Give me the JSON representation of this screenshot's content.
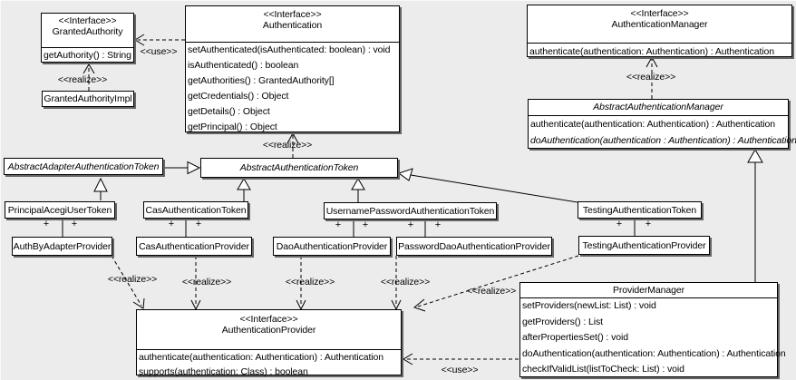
{
  "colors": {
    "background": "#ececec",
    "box_fill": "#ffffff",
    "line": "#000000",
    "shadow": "#666666"
  },
  "labels": {
    "realize": "<<realize>>",
    "use": "<<use>>",
    "plus": "+"
  },
  "classes": {
    "granted_authority": {
      "stereotype": "<<Interface>>",
      "name": "GrantedAuthority",
      "methods": [
        "getAuthority() : String"
      ]
    },
    "granted_authority_impl": {
      "name": "GrantedAuthorityImpl"
    },
    "authentication": {
      "stereotype": "<<Interface>>",
      "name": "Authentication",
      "methods": [
        "setAuthenticated(isAuthenticated: boolean) : void",
        "isAuthenticated() : boolean",
        "getAuthorities() : GrantedAuthority[]",
        "getCredentials() : Object",
        "getDetails() : Object",
        "getPrincipal() : Object"
      ]
    },
    "authentication_manager": {
      "stereotype": "<<Interface>>",
      "name": "AuthenticationManager",
      "methods": [
        "authenticate(authentication: Authentication) : Authentication"
      ]
    },
    "abstract_authentication_manager": {
      "name": "AbstractAuthenticationManager",
      "methods": [
        "authenticate(authentication: Authentication) : Authentication",
        "doAuthentication(authentication : Authentication) : Authentication"
      ]
    },
    "abstract_adapter_authentication_token": {
      "name": "AbstractAdapterAuthenticationToken"
    },
    "abstract_authentication_token": {
      "name": "AbstractAuthenticationToken"
    },
    "principal_acegi_user_token": {
      "name": "PrincipalAcegiUserToken"
    },
    "cas_authentication_token": {
      "name": "CasAuthenticationToken"
    },
    "username_password_authentication_token": {
      "name": "UsernamePasswordAuthenticationToken"
    },
    "testing_authentication_token": {
      "name": "TestingAuthenticationToken"
    },
    "auth_by_adapter_provider": {
      "name": "AuthByAdapterProvider"
    },
    "cas_authentication_provider": {
      "name": "CasAuthenticationProvider"
    },
    "dao_authentication_provider": {
      "name": "DaoAuthenticationProvider"
    },
    "password_dao_authentication_provider": {
      "name": "PasswordDaoAuthenticationProvider"
    },
    "testing_authentication_provider": {
      "name": "TestingAuthenticationProvider"
    },
    "authentication_provider": {
      "stereotype": "<<Interface>>",
      "name": "AuthenticationProvider",
      "methods": [
        "authenticate(authentication: Authentication) : Authentication",
        "supports(authentication: Class) : boolean"
      ]
    },
    "provider_manager": {
      "name": "ProviderManager",
      "methods": [
        "setProviders(newList: List) : void",
        "getProviders() : List",
        "afterPropertiesSet() : void",
        "doAuthentication(authentication: Authentication) : Authentication",
        "checkIfValidList(listToCheck: List) : void"
      ]
    }
  }
}
